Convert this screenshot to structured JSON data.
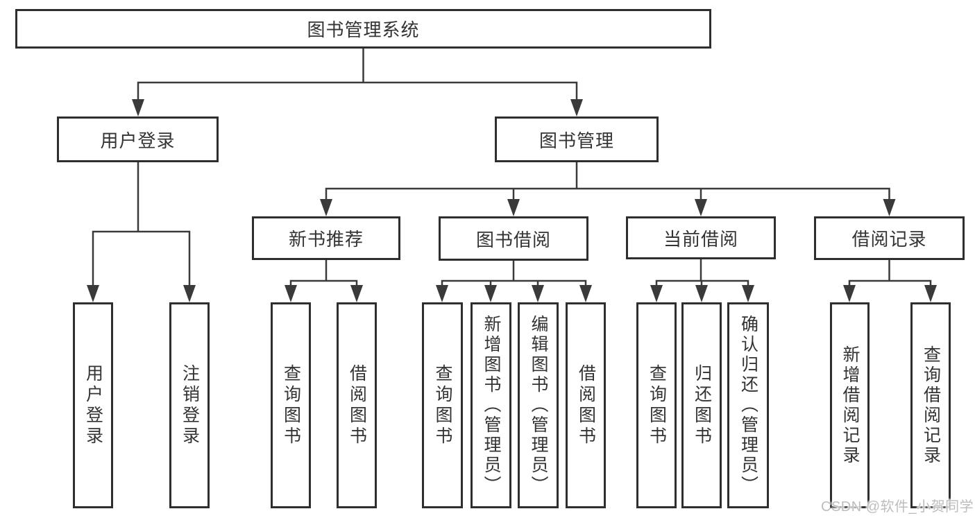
{
  "tree": {
    "label": "图书管理系统",
    "children": [
      {
        "label": "用户登录",
        "children": [
          {
            "label": "用户登录"
          },
          {
            "label": "注销登录"
          }
        ]
      },
      {
        "label": "图书管理",
        "children": [
          {
            "label": "新书推荐",
            "children": [
              {
                "label": "查询图书"
              },
              {
                "label": "借阅图书"
              }
            ]
          },
          {
            "label": "图书借阅",
            "children": [
              {
                "label": "查询图书"
              },
              {
                "label": "新增图书（管理员）"
              },
              {
                "label": "编辑图书（管理员）"
              },
              {
                "label": "借阅图书"
              }
            ]
          },
          {
            "label": "当前借阅",
            "children": [
              {
                "label": "查询图书"
              },
              {
                "label": "归还图书"
              },
              {
                "label": "确认归还（管理员）"
              }
            ]
          },
          {
            "label": "借阅记录",
            "children": [
              {
                "label": "新增借阅记录"
              },
              {
                "label": "查询借阅记录"
              }
            ]
          }
        ]
      }
    ]
  },
  "watermark": "CSDN @软件_小贺同学",
  "colors": {
    "background": "#ffffff",
    "box_border": "#2e2e2e",
    "line": "#3a3a3a",
    "text": "#333333",
    "watermark": "#bdbdbd"
  }
}
